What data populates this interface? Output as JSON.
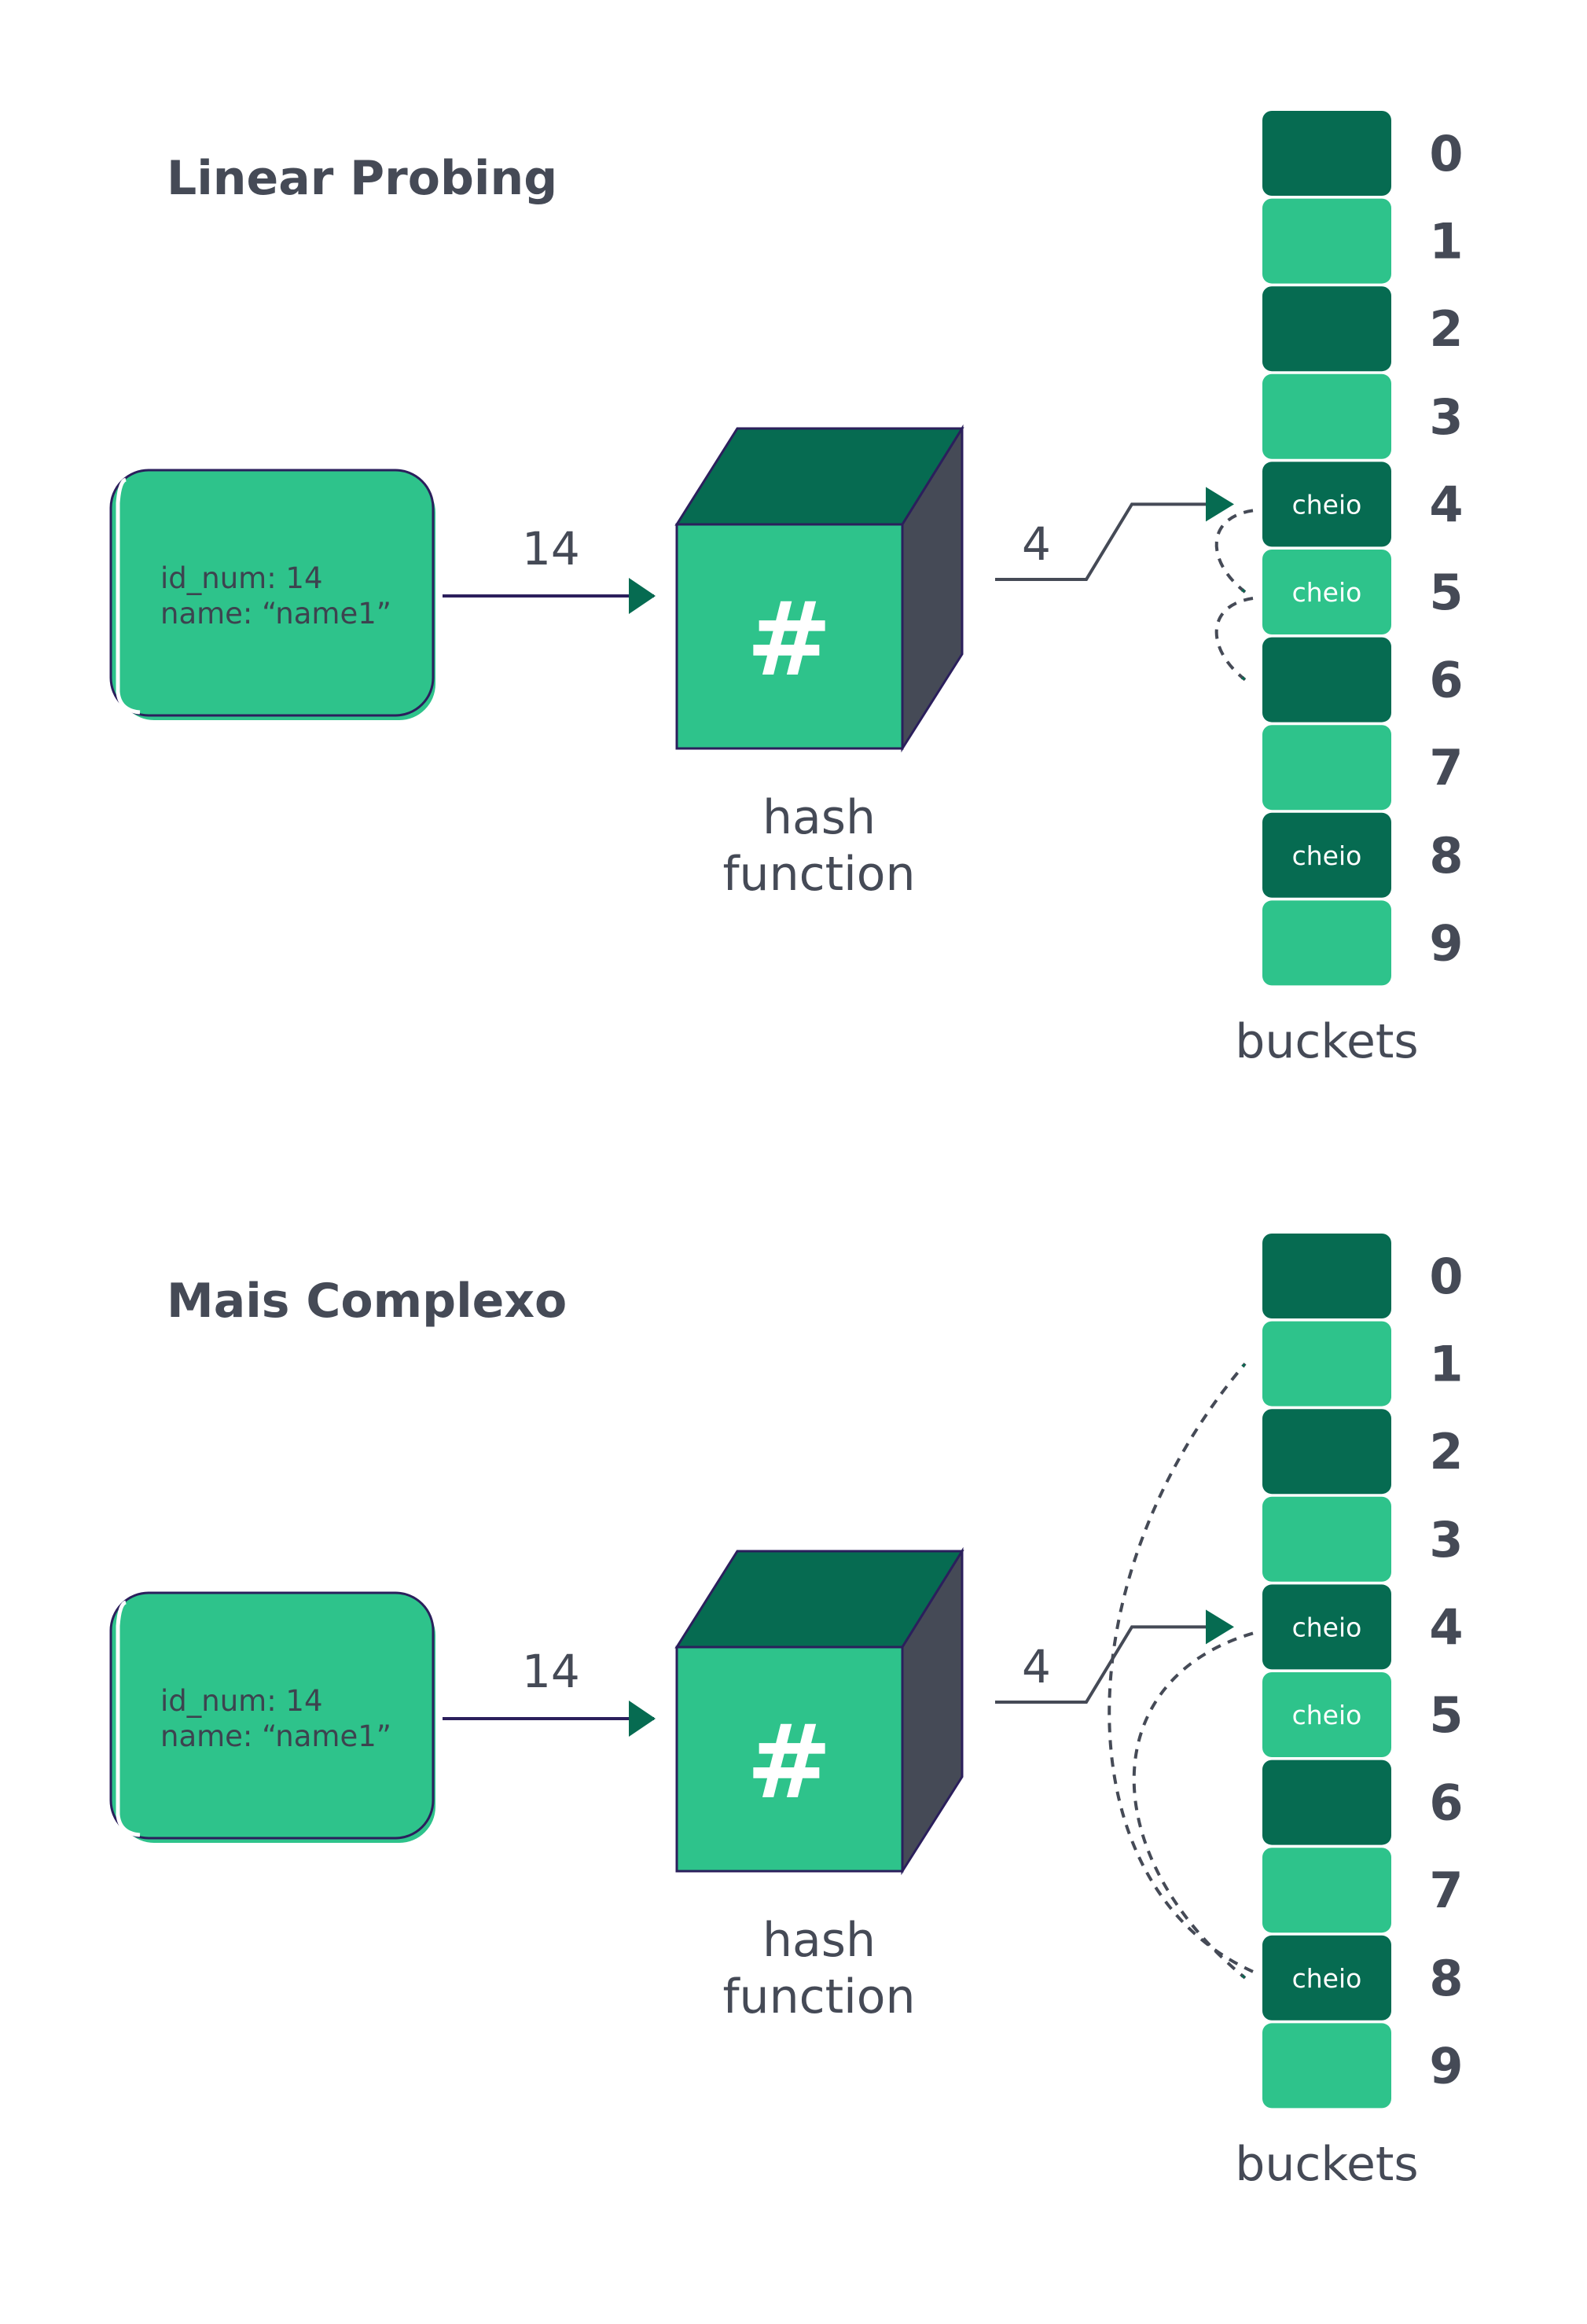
{
  "colors": {
    "dark_green": "#066b51",
    "light_green": "#2ec38b",
    "cube_side": "#454a56",
    "outline": "#2b1f5c",
    "text": "#454a56"
  },
  "icons": {
    "hash": "hash-icon"
  },
  "diagrams": [
    {
      "title": "Linear Probing",
      "record": {
        "line1": "id_num: 14",
        "line2": "name: “name1”"
      },
      "key_label": "14",
      "hash_symbol": "#",
      "hash_caption": {
        "line1": "hash",
        "line2": "function"
      },
      "index_label": "4",
      "buckets_caption": "buckets",
      "buckets": [
        {
          "index": "0",
          "shade": "dark",
          "text": ""
        },
        {
          "index": "1",
          "shade": "light",
          "text": ""
        },
        {
          "index": "2",
          "shade": "dark",
          "text": ""
        },
        {
          "index": "3",
          "shade": "light",
          "text": ""
        },
        {
          "index": "4",
          "shade": "dark",
          "text": "cheio"
        },
        {
          "index": "5",
          "shade": "light",
          "text": "cheio"
        },
        {
          "index": "6",
          "shade": "dark",
          "text": ""
        },
        {
          "index": "7",
          "shade": "light",
          "text": ""
        },
        {
          "index": "8",
          "shade": "dark",
          "text": "cheio"
        },
        {
          "index": "9",
          "shade": "light",
          "text": ""
        }
      ],
      "probes": [
        {
          "from": 4,
          "to": 5
        },
        {
          "from": 5,
          "to": 6
        }
      ]
    },
    {
      "title": "Mais Complexo",
      "record": {
        "line1": "id_num: 14",
        "line2": "name: “name1”"
      },
      "key_label": "14",
      "hash_symbol": "#",
      "hash_caption": {
        "line1": "hash",
        "line2": "function"
      },
      "index_label": "4",
      "buckets_caption": "buckets",
      "buckets": [
        {
          "index": "0",
          "shade": "dark",
          "text": ""
        },
        {
          "index": "1",
          "shade": "light",
          "text": ""
        },
        {
          "index": "2",
          "shade": "dark",
          "text": ""
        },
        {
          "index": "3",
          "shade": "light",
          "text": ""
        },
        {
          "index": "4",
          "shade": "dark",
          "text": "cheio"
        },
        {
          "index": "5",
          "shade": "light",
          "text": "cheio"
        },
        {
          "index": "6",
          "shade": "dark",
          "text": ""
        },
        {
          "index": "7",
          "shade": "light",
          "text": ""
        },
        {
          "index": "8",
          "shade": "dark",
          "text": "cheio"
        },
        {
          "index": "9",
          "shade": "light",
          "text": ""
        }
      ],
      "probes": [
        {
          "from": 4,
          "to": 8
        },
        {
          "from": 8,
          "to": 1
        }
      ]
    }
  ]
}
